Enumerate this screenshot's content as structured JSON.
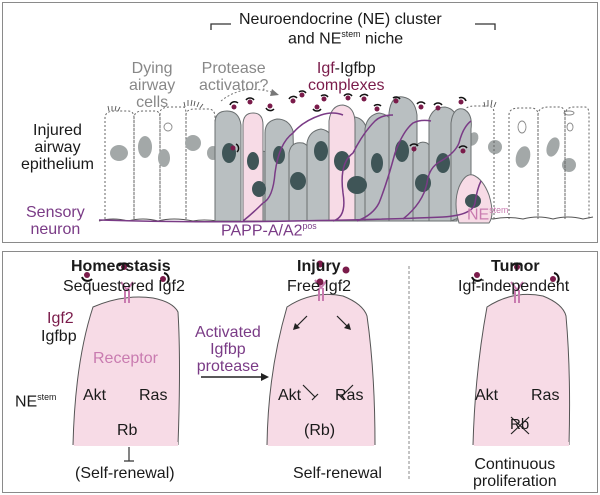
{
  "top_panel": {
    "cluster_title_line1": "Neuroendocrine (NE) cluster",
    "cluster_title_line2_prefix": "and NE",
    "cluster_title_line2_sup": "stem",
    "cluster_title_line2_suffix": " niche",
    "dying_cells": [
      "Dying",
      "airway",
      "cells"
    ],
    "protease_activator": [
      "Protease",
      "activator?"
    ],
    "igf_igfbp_prefix": "Igf",
    "igf_igfbp_suffix": "-Igfbp",
    "complexes": "complexes",
    "injured_epithelium": [
      "Injured",
      "airway",
      "epithelium"
    ],
    "sensory_neuron": [
      "Sensory",
      "neuron"
    ],
    "pappa_label": "PAPP-A/A2",
    "pappa_sup": "pos",
    "ne_stem_label": "NE",
    "ne_stem_sup": "stem"
  },
  "bottom_panel": {
    "homeostasis": {
      "title": "Homeostasis",
      "subtitle": "Sequestered Igf2",
      "igf2_label": "Igf2",
      "igfbp_label": "Igfbp",
      "receptor_label": "Receptor",
      "ne_stem_label": "NE",
      "ne_stem_sup": "stem",
      "akt": "Akt",
      "ras": "Ras",
      "rb": "Rb",
      "outcome": "(Self-renewal)"
    },
    "transition": [
      "Activated",
      "Igfbp",
      "protease"
    ],
    "injury": {
      "title": "Injury",
      "subtitle": "Free Igf2",
      "akt": "Akt",
      "ras": "Ras",
      "rb": "(Rb)",
      "outcome": "Self-renewal"
    },
    "tumor": {
      "title": "Tumor",
      "subtitle": "Igf-independent",
      "akt": "Akt",
      "ras": "Ras",
      "rb": "Rb",
      "outcome": [
        "Continuous",
        "proliferation"
      ]
    }
  },
  "colors": {
    "nerve_purple": "#7a3b86",
    "igf_maroon": "#7a1b4a",
    "cell_pink": "#f7dbe6",
    "ne_gray": "#b9bfc1",
    "nucleus_dark": "#3f5557",
    "dying_nucleus": "#a3a8a8",
    "receptor_pink": "#c97bb0"
  }
}
